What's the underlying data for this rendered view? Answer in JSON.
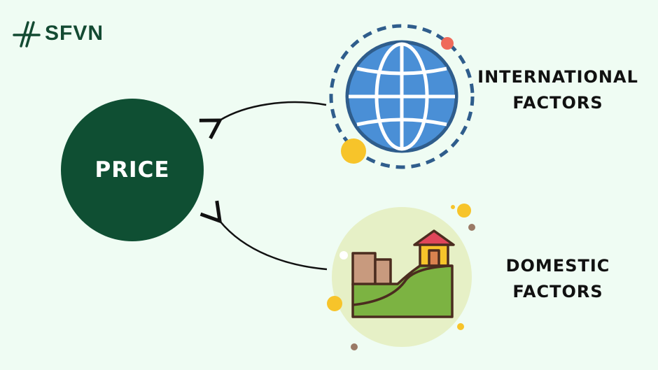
{
  "logo": {
    "text": "SFVN"
  },
  "center": {
    "label": "PRICE"
  },
  "factors": [
    {
      "line1": "INTERNATIONAL",
      "line2": "FACTORS",
      "icon": "globe-icon"
    },
    {
      "line1": "DOMESTIC",
      "line2": "FACTORS",
      "icon": "hillside-buildings-icon"
    }
  ],
  "colors": {
    "background": "#effcf3",
    "brand": "#0f4f33",
    "globe": "#4a8fd6",
    "accent_yellow": "#f7c42a",
    "accent_red": "#ef6a5a"
  }
}
